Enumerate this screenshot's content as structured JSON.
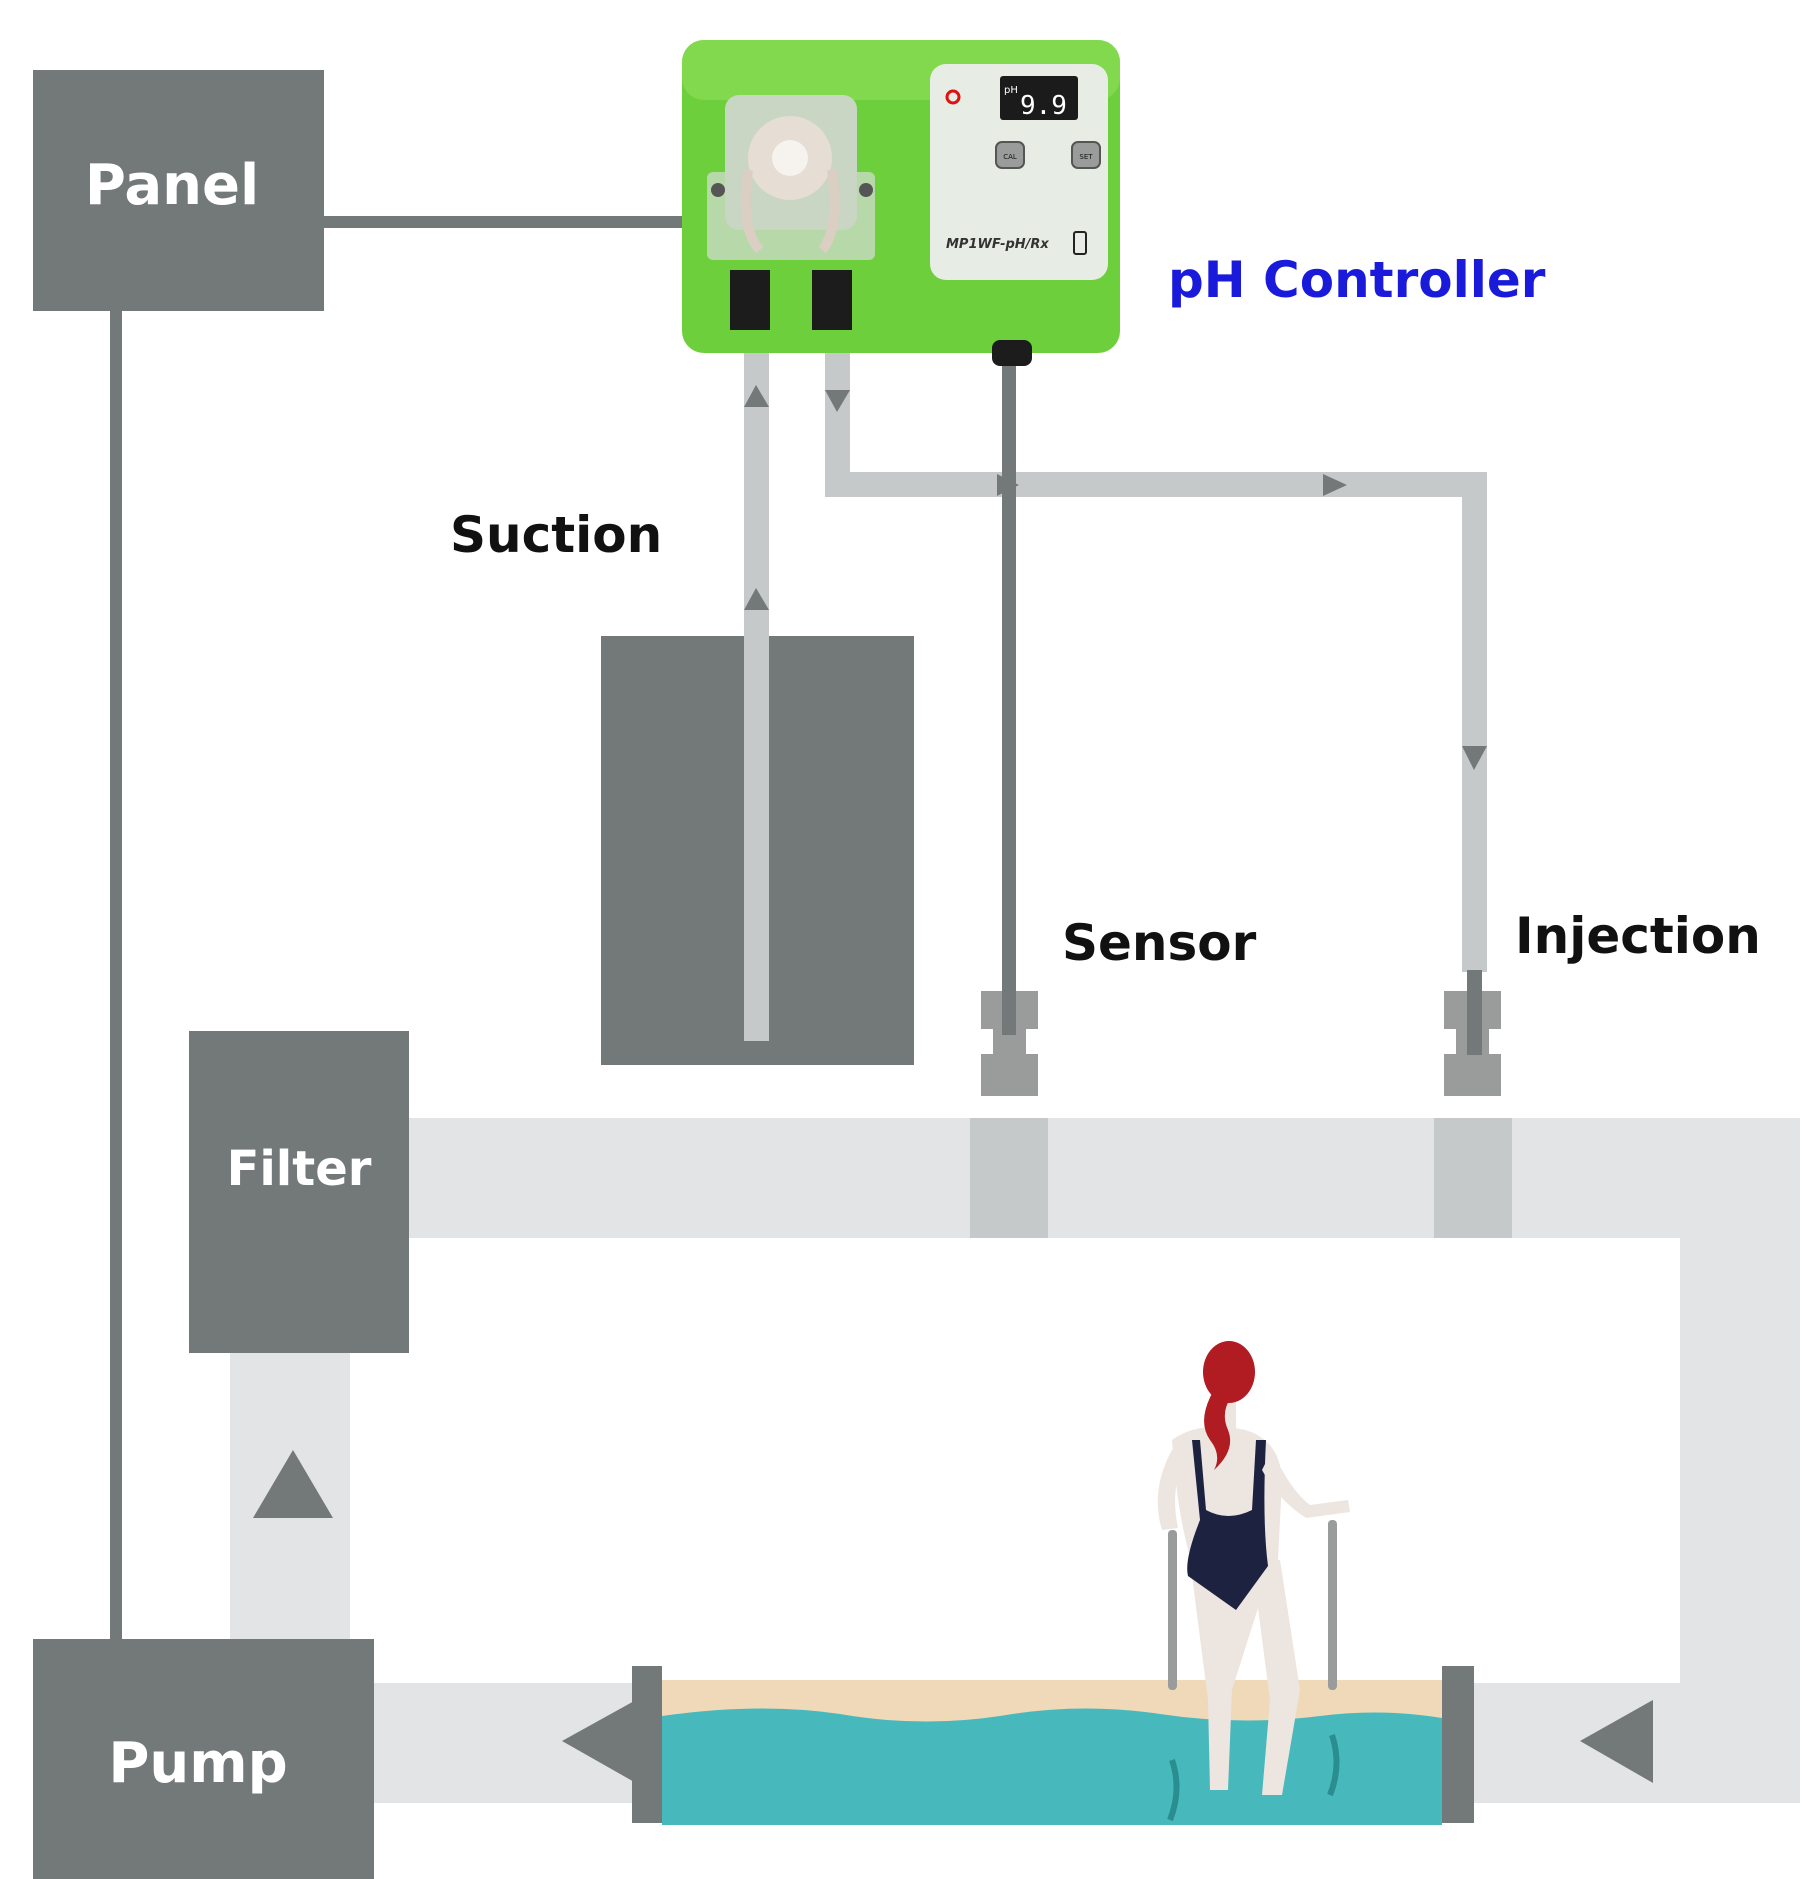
{
  "diagram": {
    "labels": {
      "panel": "Panel",
      "filter": "Filter",
      "pump": "Pump",
      "suction": "Suction",
      "sensor": "Sensor",
      "injection": "Injection",
      "controller": "pH Controller"
    },
    "device": {
      "display_unit": "pH",
      "display_value": "9.9",
      "button_left": "CAL",
      "button_right": "SET",
      "model": "MP1WF-pH/Rx"
    },
    "colors": {
      "box_fill": "#737879",
      "pipe_light": "#e3e4e5",
      "tube_light": "#c6c9ca",
      "fitting": "#9a9c9c",
      "controller_label": "#1a1adb",
      "device_green": "#6ecf3c",
      "pool_water": "#47b9bc",
      "pool_sand": "#efd9b8",
      "swimsuit": "#1d2240",
      "hair": "#b01c22"
    },
    "icons": {
      "flow_arrow": "triangle-arrow",
      "person": "swimmer-figure"
    }
  }
}
